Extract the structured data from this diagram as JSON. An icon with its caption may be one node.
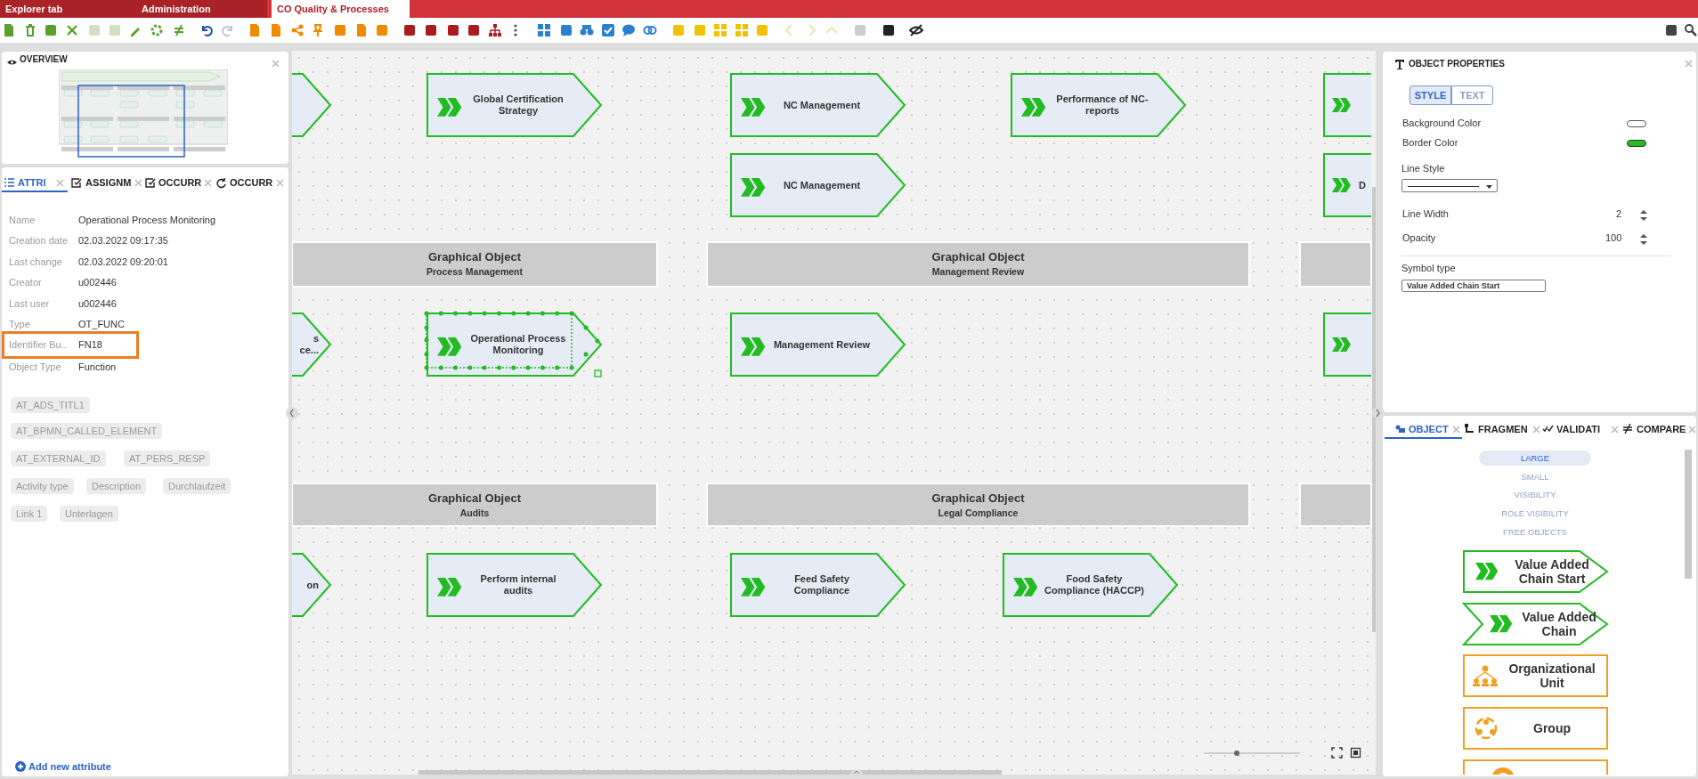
{
  "diagram": {
    "nodes": [
      {
        "text": [],
        "shape": "box"
      },
      {
        "text": [
          "Global Certification Strategy"
        ]
      },
      {
        "text": [
          "NC Management"
        ]
      },
      {
        "text": [
          "Performance of NC-reports"
        ]
      },
      {
        "text": [],
        "shape": "box"
      },
      {
        "text": [
          "NC Management"
        ]
      },
      {
        "text": [
          "D"
        ]
      },
      {
        "text": [
          "Graphical Object",
          "Process Management"
        ]
      },
      {
        "text": [
          "Graphical Object",
          "Management Review"
        ]
      },
      {
        "text": [],
        "shape": "bar"
      },
      {
        "text": [
          "s ce..."
        ]
      },
      {
        "text": [
          "Operational Process Monitoring"
        ]
      },
      {
        "text": [
          "Management Review"
        ]
      },
      {
        "text": [],
        "shape": "box"
      },
      {
        "text": [
          "Graphical Object",
          "Audits"
        ]
      },
      {
        "text": [
          "Graphical Object",
          "Legal Compliance"
        ]
      },
      {
        "text": [],
        "shape": "bar"
      },
      {
        "text": [
          "on"
        ]
      },
      {
        "text": [
          "Perform internal audits"
        ]
      },
      {
        "text": [
          "Feed Safety Compliance"
        ]
      },
      {
        "text": [
          "Food Safety Compliance (HACCP)"
        ]
      },
      {
        "text": [
          "Value Added Chain Start"
        ]
      },
      {
        "text": [
          "Value Added Chain"
        ]
      },
      {
        "text": [
          "Organizational Unit"
        ]
      },
      {
        "text": [
          "Group"
        ]
      },
      {
        "text": [],
        "shape": "box"
      }
    ],
    "edges": [],
    "labels": [
      "Explorer tab",
      "Administration",
      "CO Quality & Processes",
      "OVERVIEW",
      "ATTRI",
      "ASSIGNM",
      "OCCURR",
      "OCCURR",
      "Name",
      "Operational Process Monitoring",
      "Creation date",
      "02.03.2022 09:17:35",
      "Last change",
      "02.03.2022 09:20:01",
      "Creator",
      "u002446",
      "Last user",
      "u002446",
      "Type",
      "OT_FUNC",
      "Identifier Bu...",
      "FN18",
      "Object Type",
      "Function",
      "AT_ADS_TITL1",
      "AT_BPMN_CALLED_ELEMENT",
      "AT_EXTERNAL_ID",
      "AT_PERS_RESP",
      "Activity type",
      "Description",
      "Durchlaufzeit",
      "Link 1",
      "Unterlagen",
      "Add new attribute",
      "OBJECT PROPERTIES",
      "STYLE",
      "TEXT",
      "Background Color",
      "Border Color",
      "Line Style",
      "Line Width",
      "2",
      "Opacity",
      "100",
      "Symbol type",
      "Value Added Chain Start",
      "OBJECT",
      "FRAGMEN",
      "VALIDATI",
      "COMPARE",
      "LARGE",
      "SMALL",
      "VISIBILITY",
      "ROLE VISIBILITY",
      "FREE OBJECTS"
    ]
  }
}
